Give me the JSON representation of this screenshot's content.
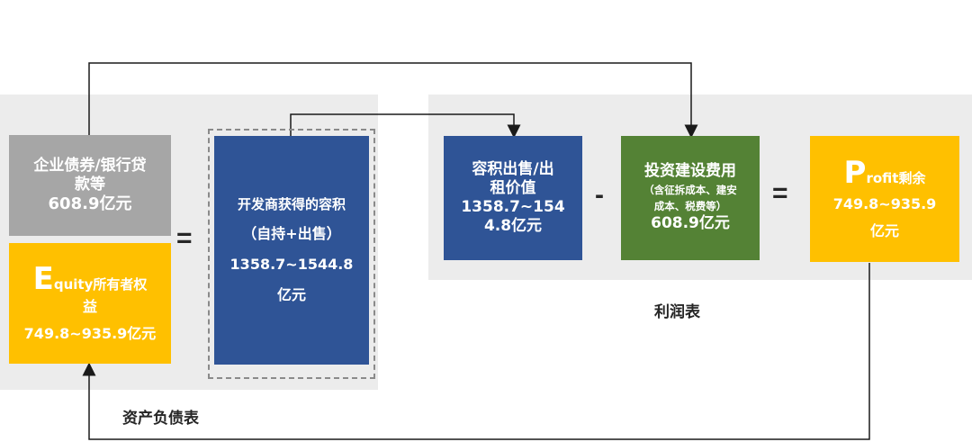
{
  "balance_sheet": {
    "caption": "资产负债表",
    "debt_box": {
      "line1": "企业债券/银行贷",
      "line2": "款等",
      "amount": "608.9亿元"
    },
    "equity_box": {
      "letter": "E",
      "word": "quity所有者权",
      "line2": "益",
      "amount": "749.8~935.9亿元"
    },
    "equals": "="
  },
  "developer_box": {
    "line1": "开发商获得的容积",
    "line2": "（自持+出售）",
    "line3": "1358.7~1544.8",
    "line4": "亿元"
  },
  "income_statement": {
    "caption": "利润表",
    "sales_box": {
      "line1": "容积出售/出",
      "line2": "租价值",
      "line3": "1358.7~154",
      "line4": "4.8亿元"
    },
    "minus": "-",
    "cost_box": {
      "line1": "投资建设费用",
      "line2": "（含征拆成本、建安",
      "line3": "成本、税费等）",
      "amount": "608.9亿元"
    },
    "equals": "=",
    "profit_box": {
      "letter": "P",
      "word": "rofit剩余",
      "line2": "749.8~935.9",
      "line3": "亿元"
    }
  },
  "colors": {
    "gray": "#a6a6a6",
    "gold": "#ffc000",
    "navy": "#2f5496",
    "green": "#548235",
    "panel": "#ececec"
  }
}
